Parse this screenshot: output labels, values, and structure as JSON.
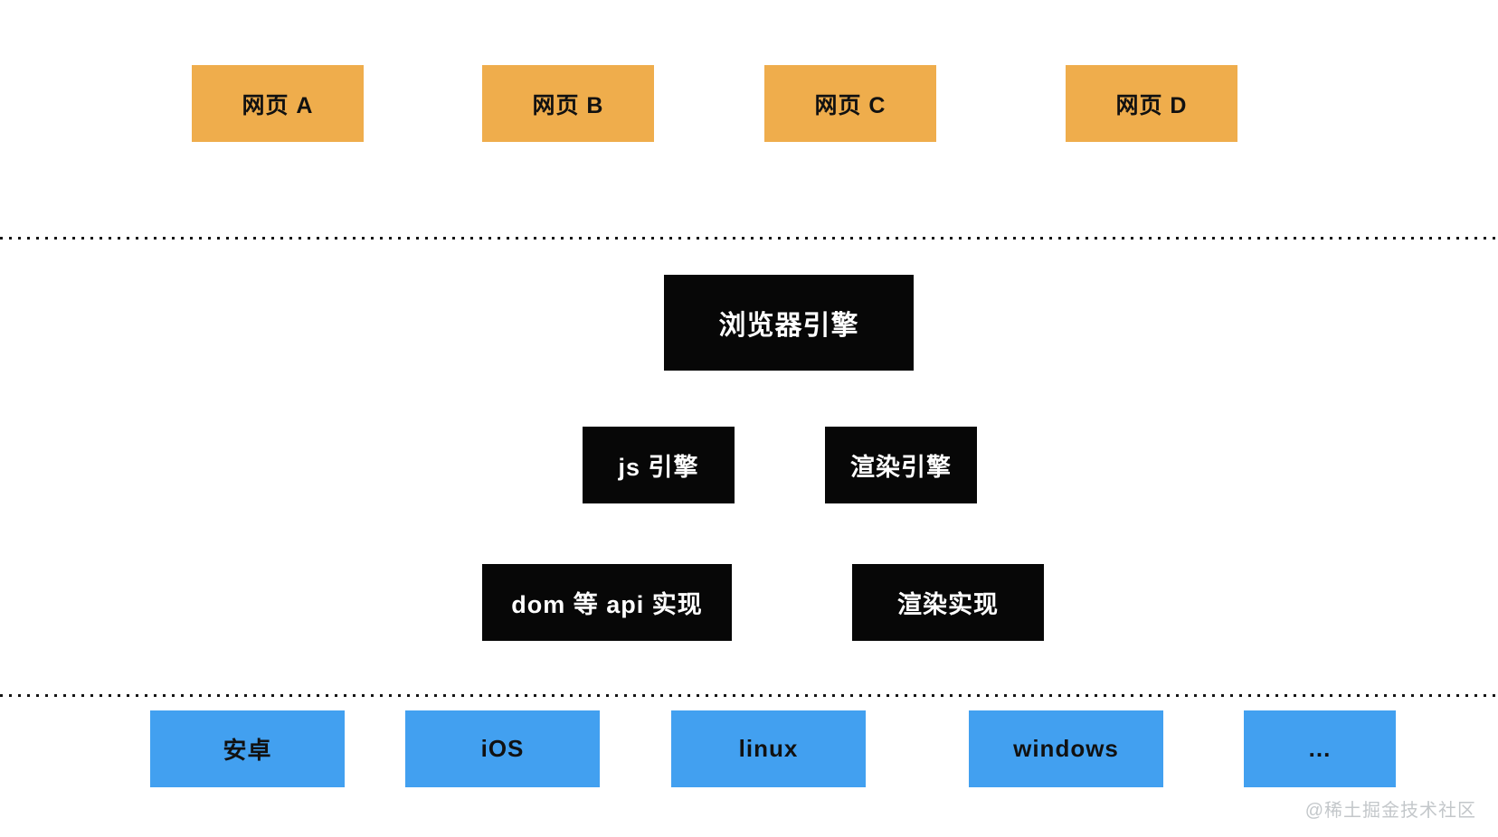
{
  "pages": [
    {
      "label": "网页 A"
    },
    {
      "label": "网页 B"
    },
    {
      "label": "网页 C"
    },
    {
      "label": "网页 D"
    }
  ],
  "engines": {
    "browser": "浏览器引擎",
    "js": "js 引擎",
    "render": "渲染引擎",
    "dom_api": "dom 等 api 实现",
    "render_impl": "渲染实现"
  },
  "platforms": [
    {
      "label": "安卓"
    },
    {
      "label": "iOS"
    },
    {
      "label": "linux"
    },
    {
      "label": "windows"
    },
    {
      "label": "..."
    }
  ],
  "watermark": "@稀土掘金技术社区",
  "colors": {
    "page_box": "#efad4c",
    "engine_box": "#070707",
    "platform_box": "#42a0f0",
    "engine_text": "#ffffff",
    "box_text": "#111111",
    "watermark_text": "#c3c7ca",
    "divider_dot": "#151515"
  }
}
